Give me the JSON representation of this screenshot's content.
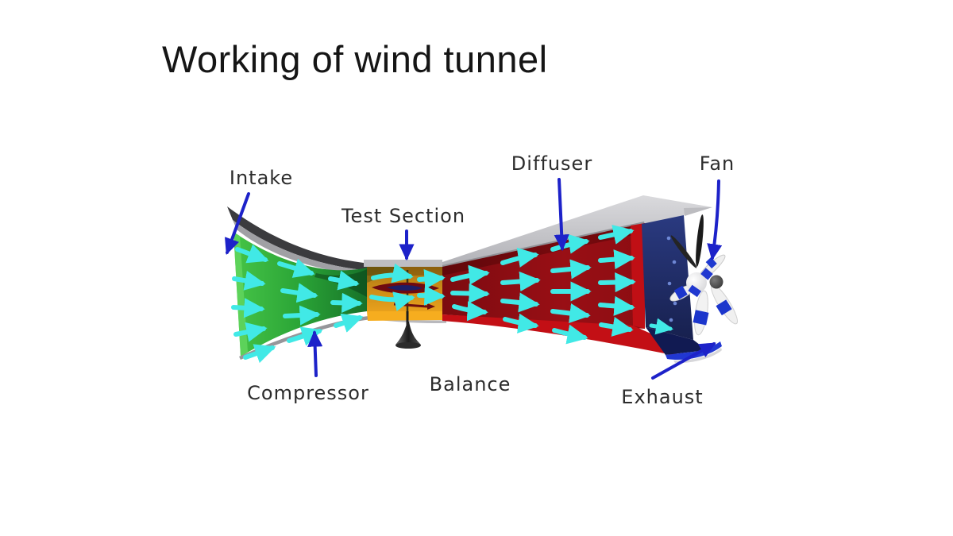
{
  "slide": {
    "title": "Working of wind tunnel",
    "background_color": "#ffffff"
  },
  "diagram": {
    "type": "labeled-diagram",
    "subject": "wind tunnel airflow cutaway",
    "flow_direction": "left to right",
    "labels": [
      {
        "id": "intake",
        "text": "Intake"
      },
      {
        "id": "test-section",
        "text": "Test Section"
      },
      {
        "id": "diffuser",
        "text": "Diffuser"
      },
      {
        "id": "fan",
        "text": "Fan"
      },
      {
        "id": "compressor",
        "text": "Compressor"
      },
      {
        "id": "balance",
        "text": "Balance"
      },
      {
        "id": "exhaust",
        "text": "Exhaust"
      }
    ],
    "colors": {
      "intake_green": "#2aa436",
      "test_section_orange": "#e09a1c",
      "diffuser_red": "#970f14",
      "fan_housing_navy": "#1d2a6b",
      "exhaust_blue": "#2137d2",
      "flow_arrow_cyan": "#41e9e6",
      "label_arrow_blue": "#1d22c9",
      "shell_grey": "#bcbcc0"
    }
  }
}
